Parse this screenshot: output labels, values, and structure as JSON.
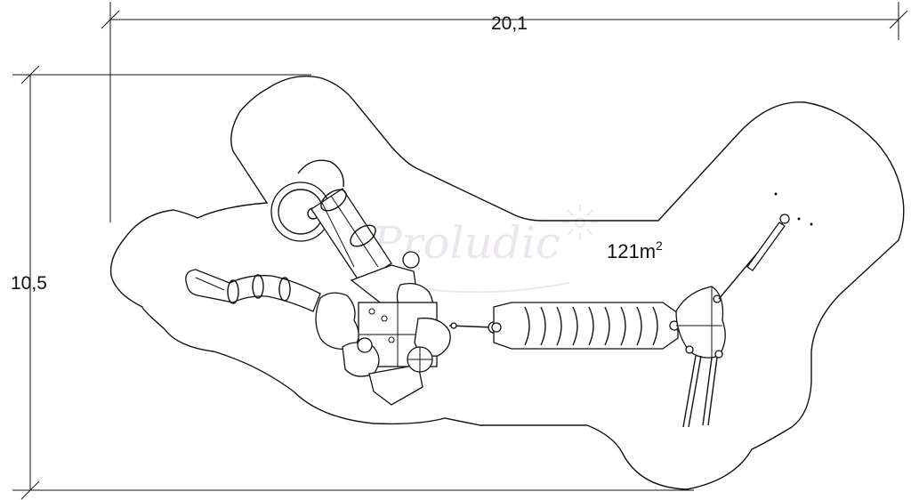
{
  "dimensions": {
    "width_label": "20,1",
    "height_label": "10,5"
  },
  "area": {
    "value": "121m",
    "superscript": "2"
  },
  "watermark": {
    "text": "Proludic"
  },
  "colors": {
    "line": "#111111",
    "background": "#ffffff",
    "watermark": "#ece6ee"
  }
}
